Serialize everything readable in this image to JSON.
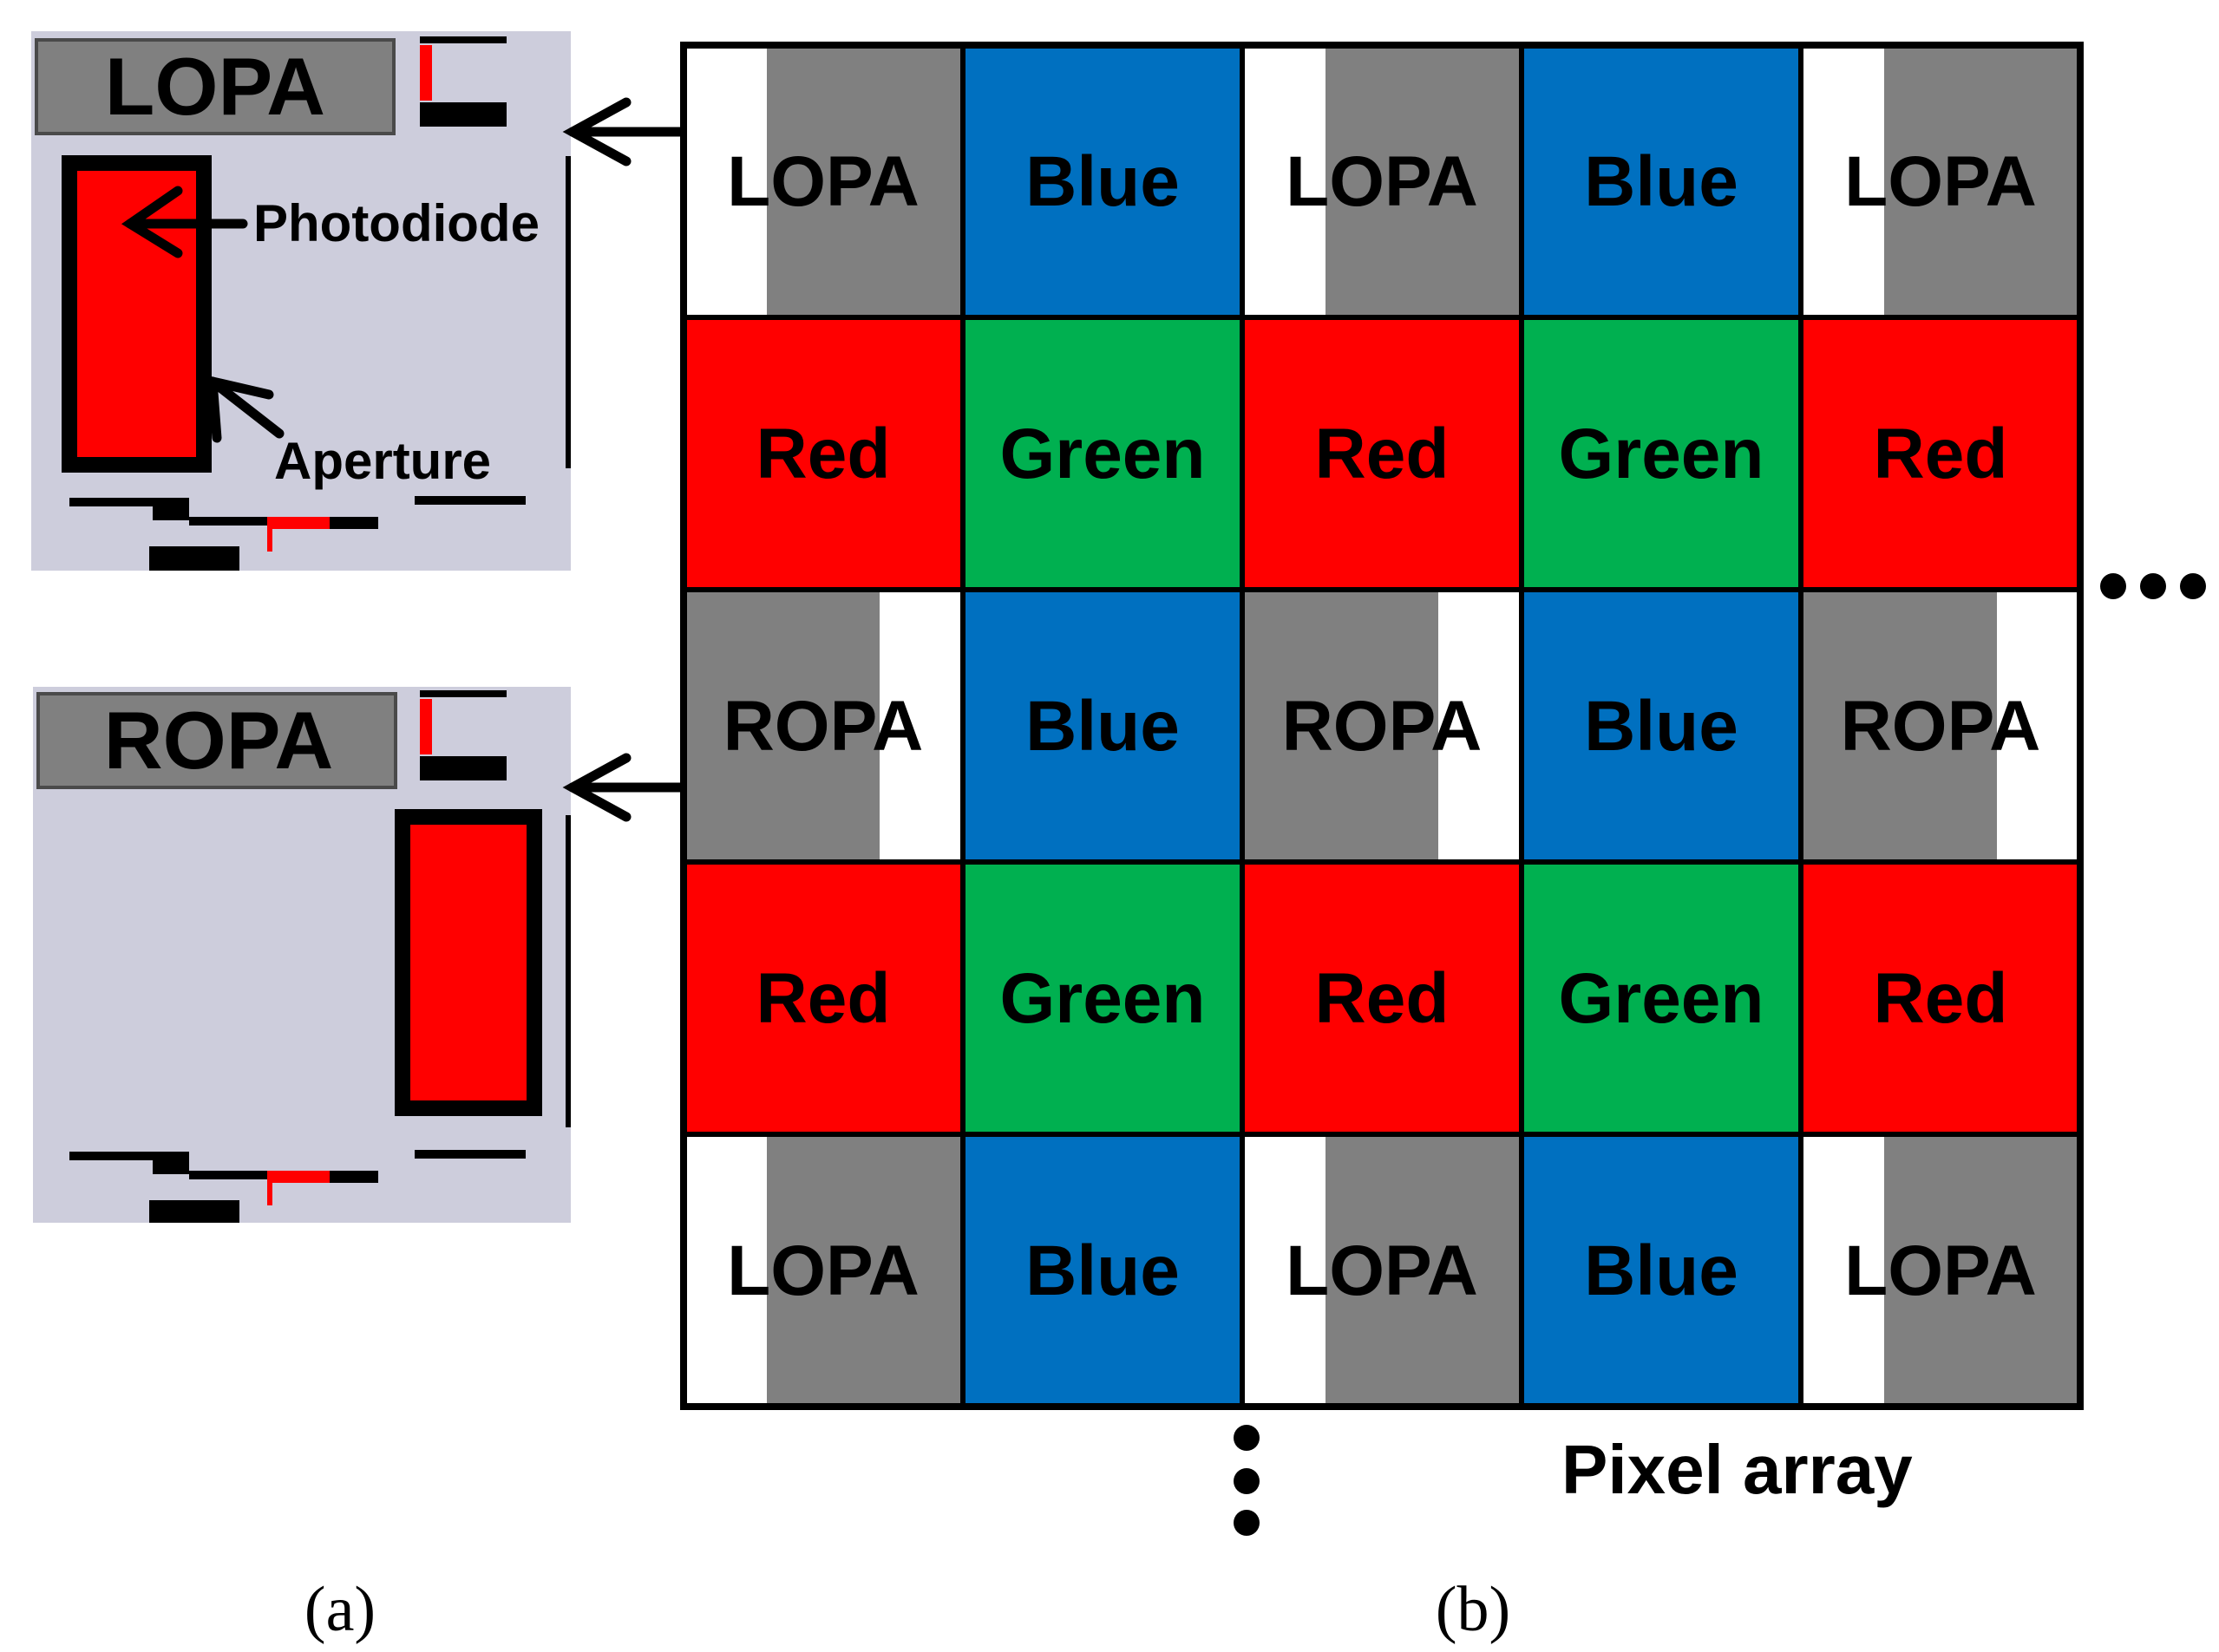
{
  "panel_a": {
    "lopa_detail": {
      "title": "LOPA",
      "photodiode_label": "Photodiode",
      "aperture_label": "Aperture"
    },
    "ropa_detail": {
      "title": "ROPA"
    },
    "caption": "(a)"
  },
  "panel_b": {
    "grid": [
      [
        "LOPA",
        "Blue",
        "LOPA",
        "Blue",
        "LOPA"
      ],
      [
        "Red",
        "Green",
        "Red",
        "Green",
        "Red"
      ],
      [
        "ROPA",
        "Blue",
        "ROPA",
        "Blue",
        "ROPA"
      ],
      [
        "Red",
        "Green",
        "Red",
        "Green",
        "Red"
      ],
      [
        "LOPA",
        "Blue",
        "LOPA",
        "Blue",
        "LOPA"
      ]
    ],
    "array_label": "Pixel array",
    "caption": "(b)"
  },
  "colors": {
    "red": "#ff0000",
    "green": "#00b050",
    "blue": "#0070c0",
    "gray": "#808080",
    "white": "#ffffff",
    "detail_background": "#cdcddc",
    "outline": "#000000"
  },
  "icons": [
    "left-arrow-icon",
    "ellipsis-icon"
  ]
}
